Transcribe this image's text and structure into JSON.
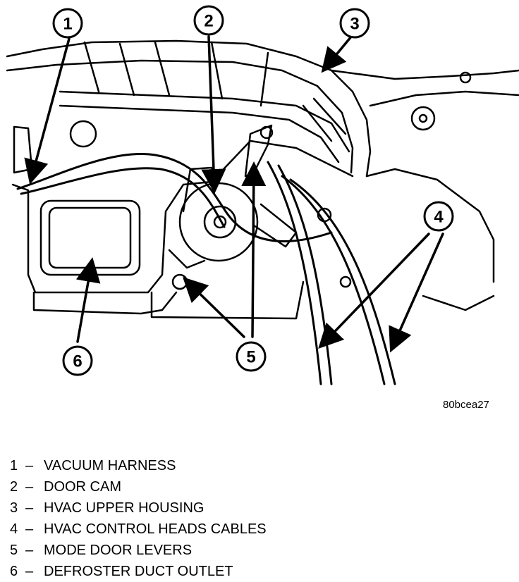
{
  "figure_code": "80bcea27",
  "callouts": [
    "1",
    "2",
    "3",
    "4",
    "5",
    "6"
  ],
  "legend": [
    {
      "num": "1",
      "sep": "–",
      "label": "VACUUM HARNESS"
    },
    {
      "num": "2",
      "sep": "–",
      "label": "DOOR CAM"
    },
    {
      "num": "3",
      "sep": "–",
      "label": "HVAC UPPER HOUSING"
    },
    {
      "num": "4",
      "sep": "–",
      "label": "HVAC CONTROL HEADS CABLES"
    },
    {
      "num": "5",
      "sep": "–",
      "label": "MODE DOOR LEVERS"
    },
    {
      "num": "6",
      "sep": "–",
      "label": "DEFROSTER DUCT OUTLET"
    }
  ]
}
